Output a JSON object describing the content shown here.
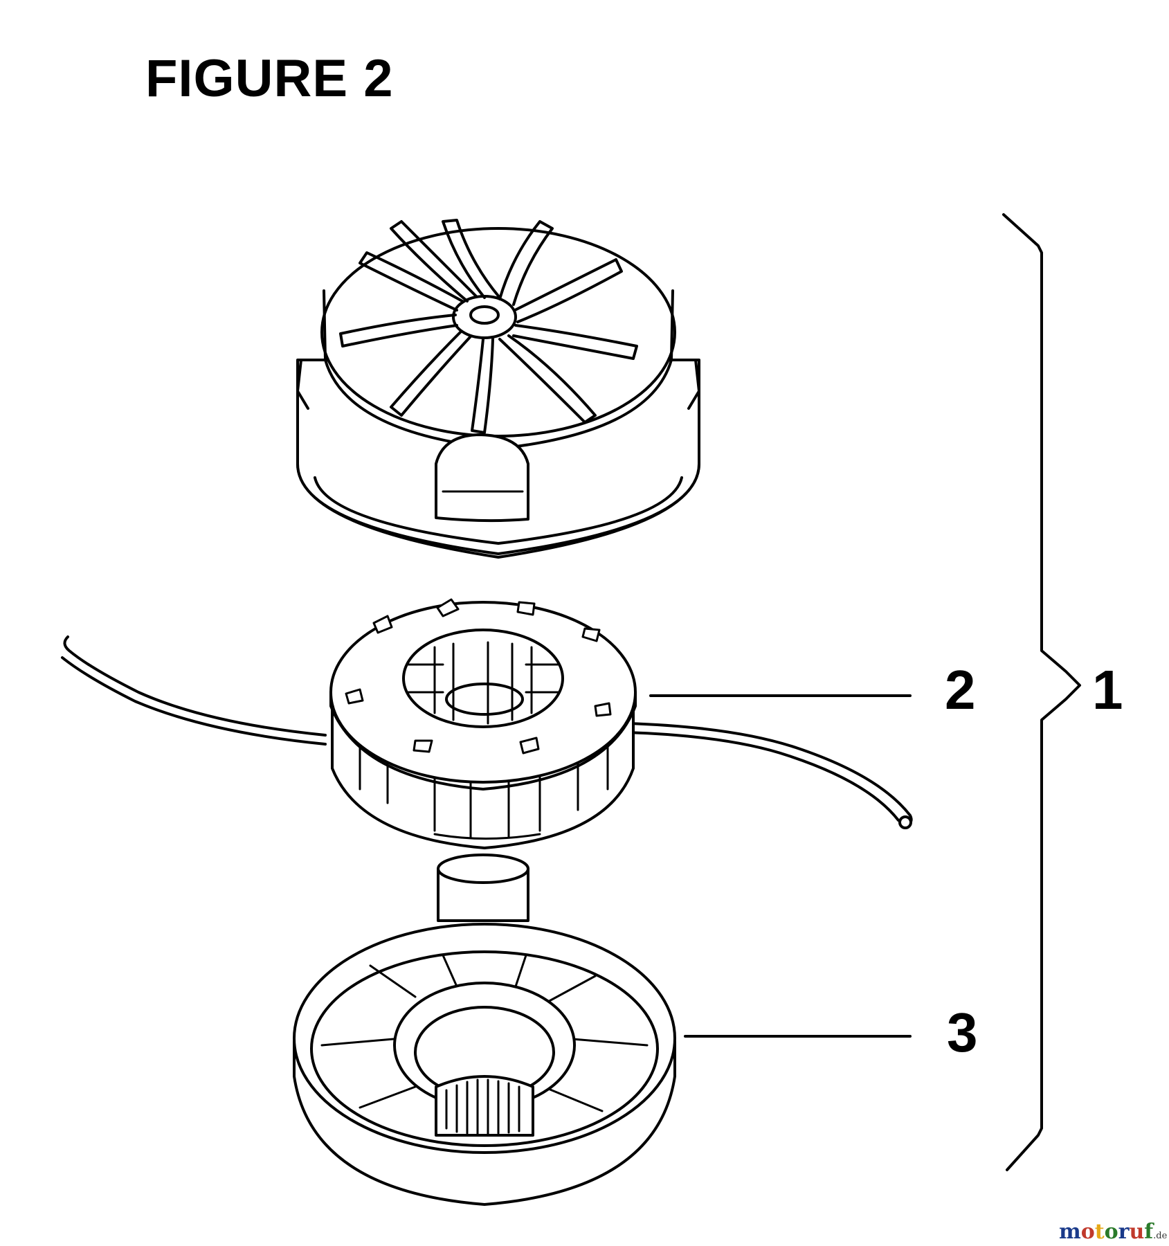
{
  "figure": {
    "title": "FIGURE 2"
  },
  "callouts": {
    "assembly": "1",
    "spool": "2",
    "base": "3"
  },
  "watermark": {
    "brand": "motoruf",
    "suffix": ".de",
    "colors": [
      "#1a3a8a",
      "#c0392b",
      "#e6a817",
      "#2a7a2a",
      "#1a3a8a",
      "#c0392b",
      "#2a7a2a"
    ]
  }
}
